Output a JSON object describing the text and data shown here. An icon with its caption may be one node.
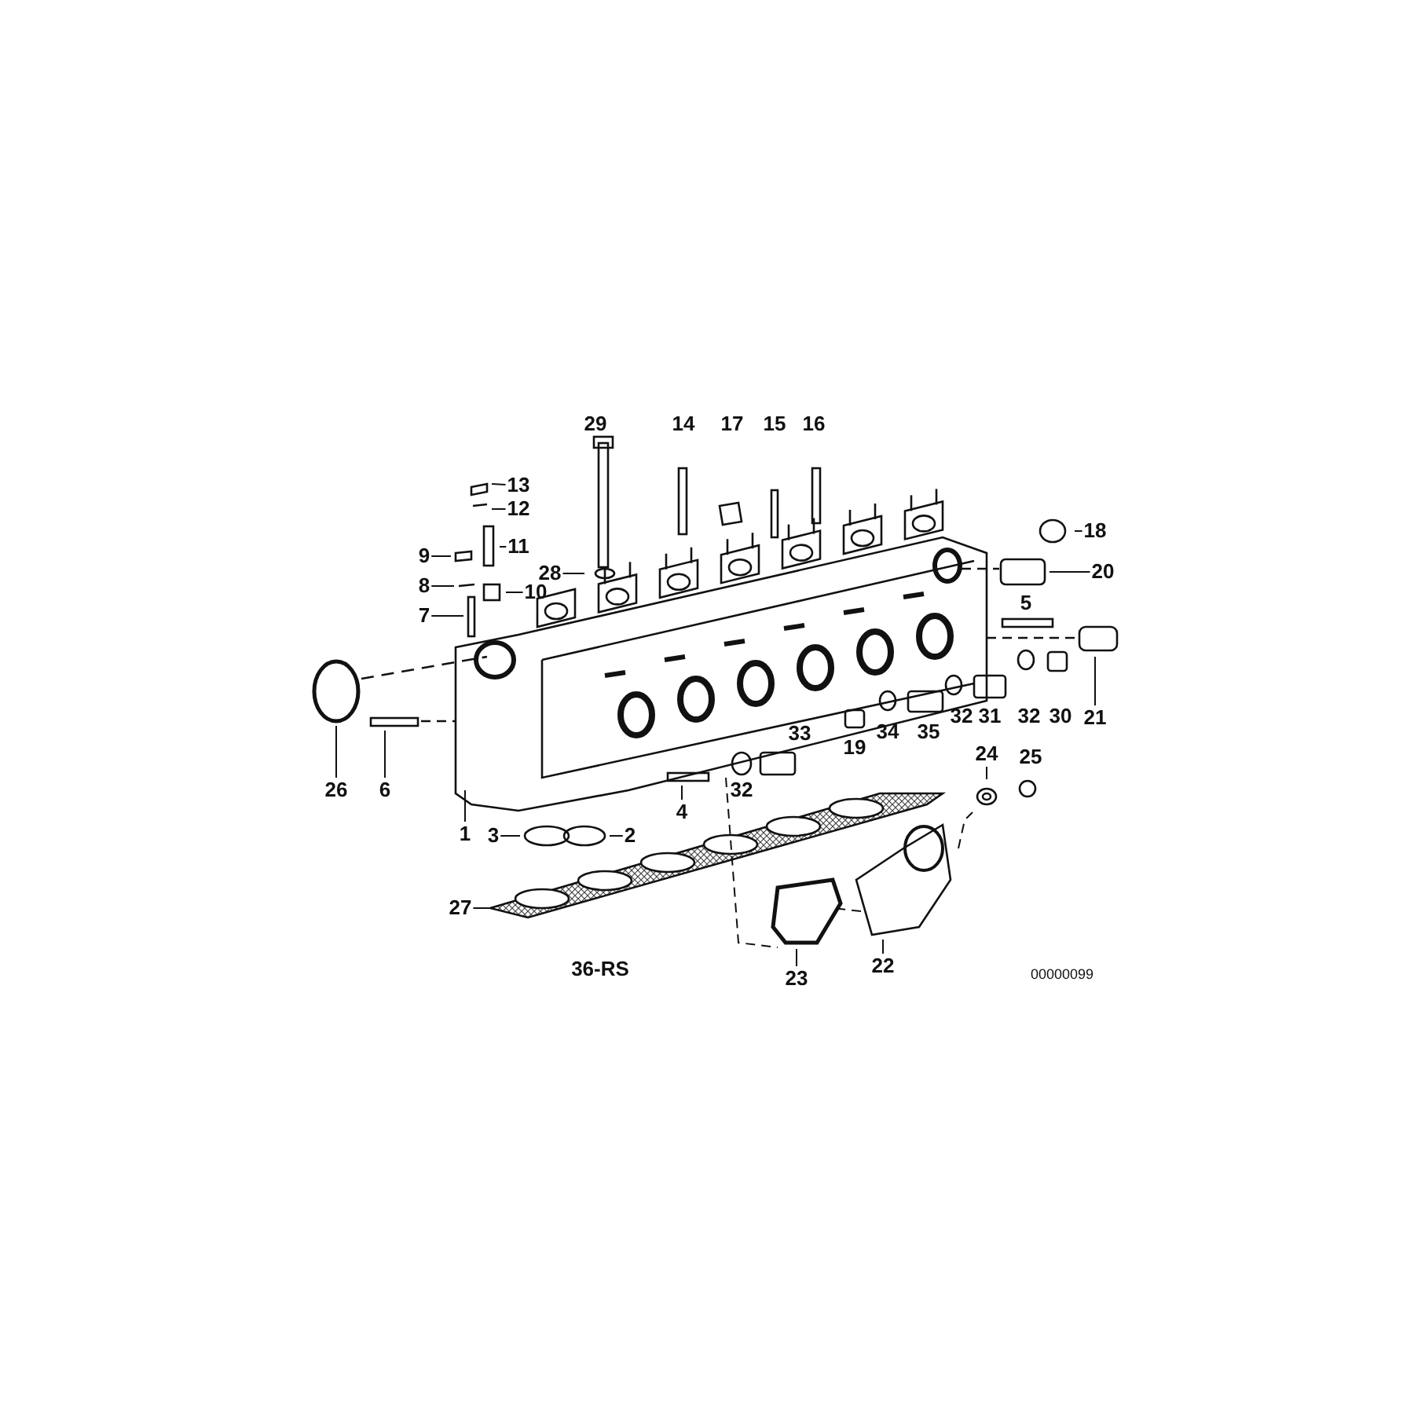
{
  "diagram": {
    "nodes": [
      {
        "text": [
          "13"
        ]
      },
      {
        "text": [
          "12"
        ]
      },
      {
        "text": [
          "11"
        ]
      },
      {
        "text": [
          "10"
        ]
      },
      {
        "text": [
          "9"
        ]
      },
      {
        "text": [
          "8"
        ]
      },
      {
        "text": [
          "7"
        ]
      },
      {
        "text": [
          "28"
        ]
      },
      {
        "text": [
          "18"
        ]
      },
      {
        "text": [
          "20"
        ]
      },
      {
        "text": [
          "26"
        ]
      },
      {
        "text": [
          "6"
        ]
      },
      {
        "text": [
          "1"
        ]
      },
      {
        "text": [
          "4"
        ]
      },
      {
        "text": [
          "3"
        ]
      },
      {
        "text": [
          "2"
        ]
      },
      {
        "text": [
          "27"
        ]
      },
      {
        "text": [
          "23"
        ]
      },
      {
        "text": [
          "22"
        ]
      },
      {
        "text": [
          "21"
        ]
      },
      {
        "text": [
          "24"
        ]
      }
    ],
    "edges": [
      {
        "from": 0,
        "to": null,
        "arrow": "none"
      },
      {
        "from": 1,
        "to": null,
        "arrow": "none"
      },
      {
        "from": 2,
        "to": null,
        "arrow": "none"
      },
      {
        "from": 3,
        "to": null,
        "arrow": "none"
      },
      {
        "from": 4,
        "to": null,
        "arrow": "none"
      },
      {
        "from": 5,
        "to": null,
        "arrow": "none"
      },
      {
        "from": 6,
        "to": null,
        "arrow": "none"
      },
      {
        "from": 7,
        "to": null,
        "arrow": "none"
      },
      {
        "from": 8,
        "to": null,
        "arrow": "none"
      },
      {
        "from": 9,
        "to": null,
        "arrow": "none"
      },
      {
        "from": 10,
        "to": null,
        "arrow": "none"
      },
      {
        "from": 11,
        "to": null,
        "arrow": "none"
      },
      {
        "from": 12,
        "to": null,
        "arrow": "none"
      },
      {
        "from": 13,
        "to": null,
        "arrow": "none"
      },
      {
        "from": 14,
        "to": null,
        "arrow": "none"
      },
      {
        "from": 15,
        "to": null,
        "arrow": "none"
      },
      {
        "from": 16,
        "to": null,
        "arrow": "none"
      },
      {
        "from": 17,
        "to": null,
        "arrow": "none"
      },
      {
        "from": 18,
        "to": null,
        "arrow": "none"
      },
      {
        "from": 19,
        "to": null,
        "arrow": "none"
      },
      {
        "from": 20,
        "to": null,
        "arrow": "none"
      }
    ],
    "labels": [
      "29",
      "14",
      "17",
      "15",
      "16",
      "5",
      "33",
      "19",
      "34",
      "35",
      "32",
      "31",
      "32",
      "30",
      "32",
      "25",
      "36-RS",
      "00000099"
    ]
  }
}
